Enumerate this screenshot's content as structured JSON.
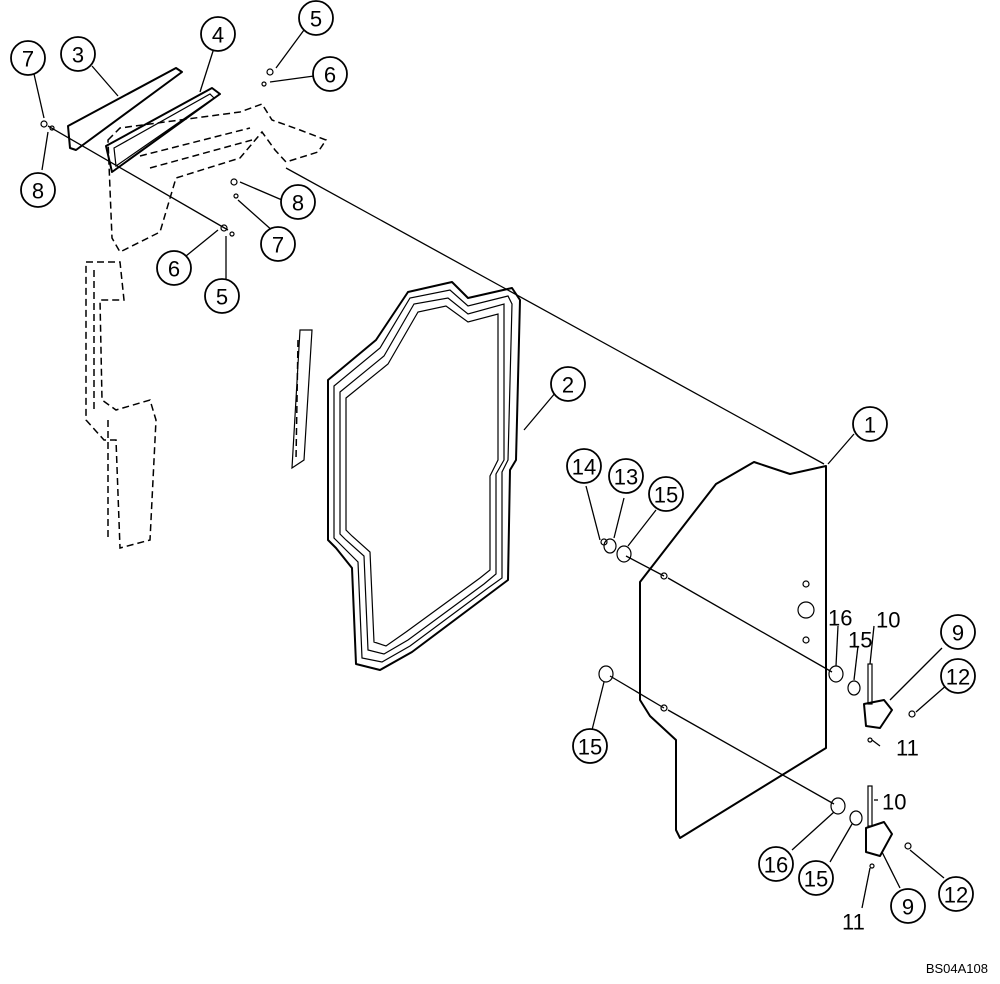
{
  "drawing_code": "BS04A108",
  "callouts": [
    {
      "label": "7"
    },
    {
      "label": "3"
    },
    {
      "label": "4"
    },
    {
      "label": "5"
    },
    {
      "label": "6"
    },
    {
      "label": "8"
    },
    {
      "label": "8"
    },
    {
      "label": "7"
    },
    {
      "label": "6"
    },
    {
      "label": "5"
    },
    {
      "label": "2"
    },
    {
      "label": "1"
    },
    {
      "label": "14"
    },
    {
      "label": "13"
    },
    {
      "label": "15"
    },
    {
      "label": "9"
    },
    {
      "label": "12"
    },
    {
      "label": "15"
    },
    {
      "label": "16"
    },
    {
      "label": "15"
    },
    {
      "label": "9"
    },
    {
      "label": "12"
    }
  ],
  "plain_labels": [
    {
      "label": "16"
    },
    {
      "label": "15"
    },
    {
      "label": "10"
    },
    {
      "label": "11"
    },
    {
      "label": "10"
    },
    {
      "label": "11"
    }
  ]
}
